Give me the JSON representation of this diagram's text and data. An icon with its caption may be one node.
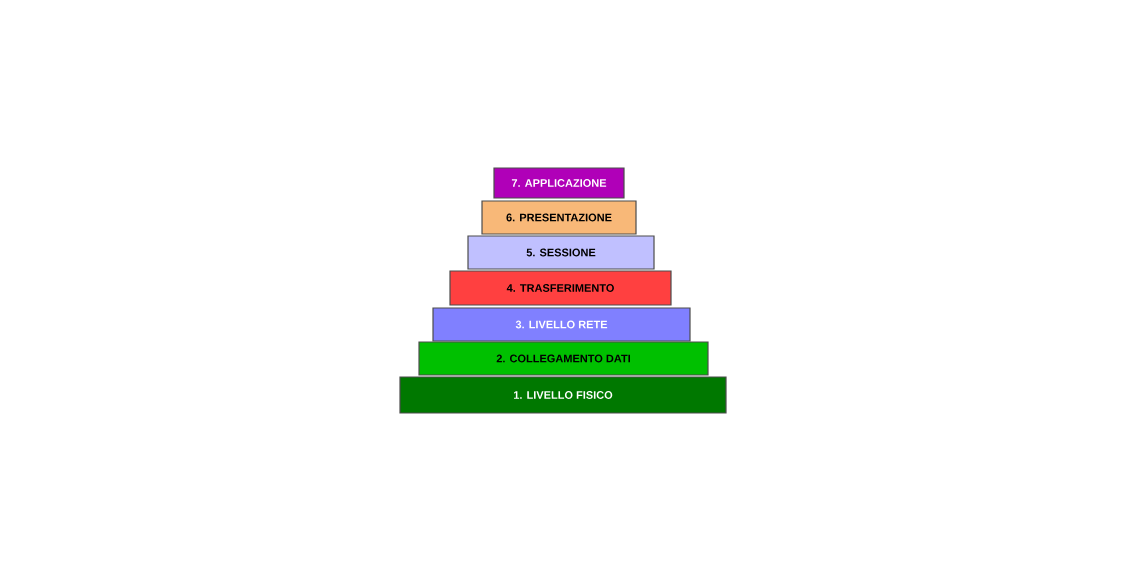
{
  "diagram": {
    "nodes": [
      {
        "text": [
          "7. APPLICAZIONE"
        ]
      },
      {
        "text": [
          "6. PRESENTAZIONE"
        ]
      },
      {
        "text": [
          "5. SESSIONE"
        ]
      },
      {
        "text": [
          "4. TRASFERIMENTO"
        ]
      },
      {
        "text": [
          "3. LIVELLO RETE"
        ]
      },
      {
        "text": [
          "2. COLLEGAMENTO DATI"
        ]
      },
      {
        "text": [
          "1. LIVELLO FISICO"
        ]
      }
    ]
  }
}
